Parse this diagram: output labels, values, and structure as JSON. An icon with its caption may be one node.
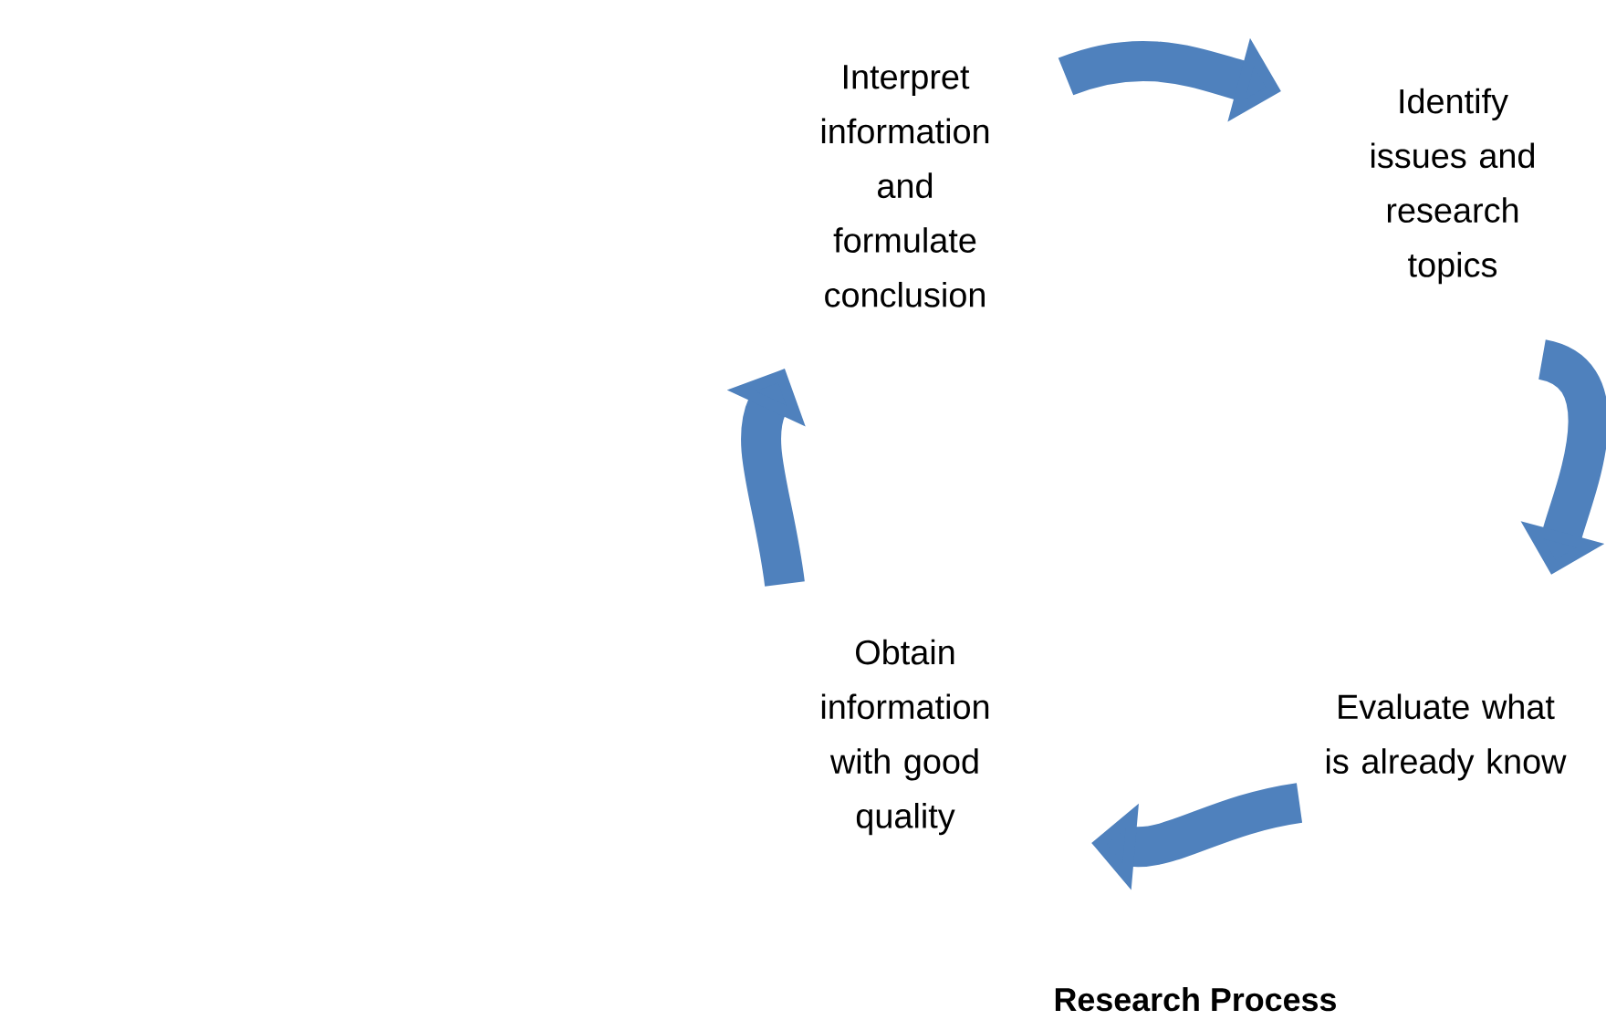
{
  "diagram": {
    "caption": "Research Process",
    "nodes": [
      {
        "text": [
          "Interpret information and formulate conclusion"
        ]
      },
      {
        "text": [
          "Identify issues and research topics"
        ]
      },
      {
        "text": [
          "Evaluate what is already know"
        ]
      },
      {
        "text": [
          "Obtain information with good quality"
        ]
      }
    ],
    "edges": [
      {
        "from": 0,
        "to": 1,
        "arrow": "to"
      },
      {
        "from": 1,
        "to": 2,
        "arrow": "to"
      },
      {
        "from": 2,
        "to": 3,
        "arrow": "to"
      },
      {
        "from": 3,
        "to": 0,
        "arrow": "to"
      }
    ]
  }
}
